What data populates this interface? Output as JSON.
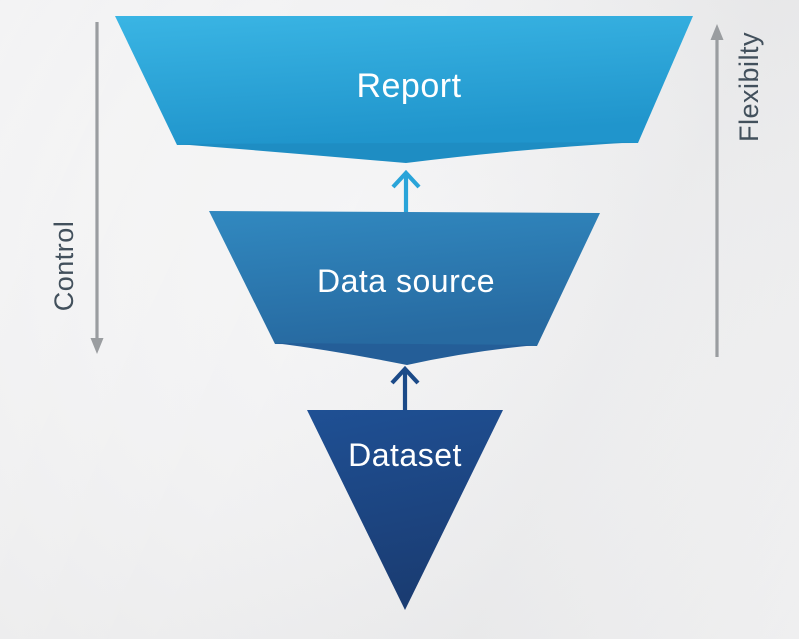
{
  "diagram": {
    "type": "inverted-funnel",
    "background_color": "#f1f1f2",
    "layers": [
      {
        "id": "report",
        "label": "Report",
        "color_top": "#3ab5e4",
        "color_bottom": "#2095cc",
        "notch_color": "#1e8dc3",
        "text_color": "#ffffff"
      },
      {
        "id": "data-source",
        "label": "Data source",
        "color_top": "#3189c0",
        "color_bottom": "#276aa1",
        "notch_color": "#245e98",
        "text_color": "#ffffff"
      },
      {
        "id": "dataset",
        "label": "Dataset",
        "color_top": "#1f5094",
        "color_bottom": "#1a3c72",
        "text_color": "#ffffff"
      }
    ],
    "arrows": [
      {
        "id": "arrow-datasource-to-report",
        "direction": "up",
        "color": "#29a4d9"
      },
      {
        "id": "arrow-dataset-to-datasource",
        "direction": "up",
        "color": "#1b4a88"
      }
    ],
    "axes": {
      "left": {
        "label": "Control",
        "direction": "down",
        "line_color": "#9a9da0",
        "text_color": "#42505c"
      },
      "right": {
        "label": "Flexibilty",
        "direction": "up",
        "line_color": "#9a9da0",
        "text_color": "#42505c"
      }
    }
  }
}
